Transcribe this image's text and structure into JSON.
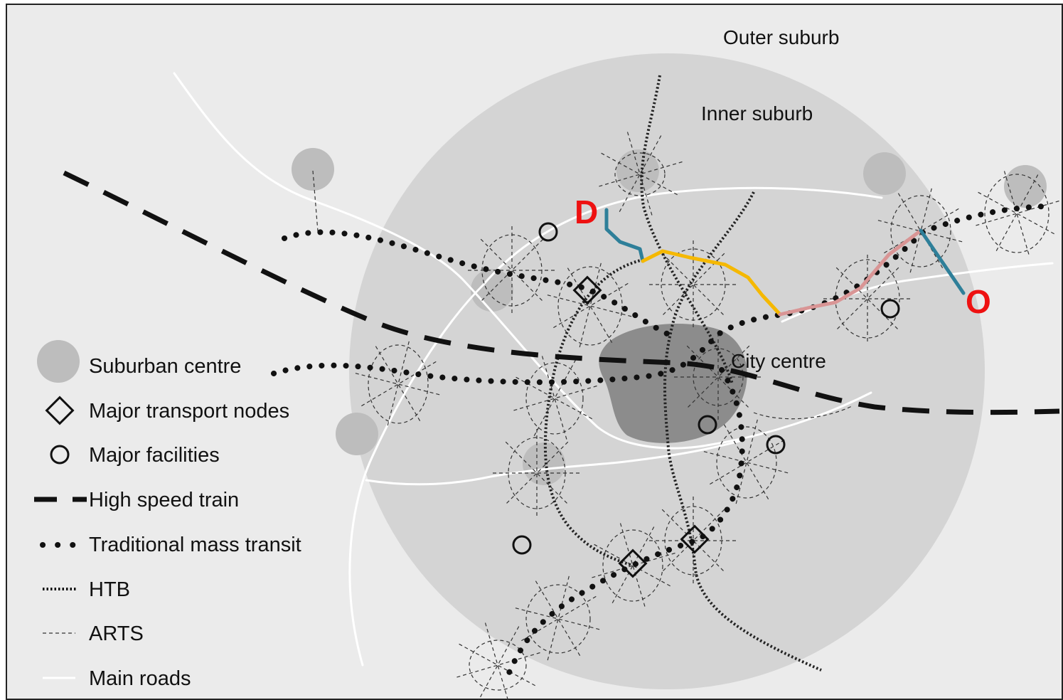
{
  "labels": {
    "outer_suburb": "Outer suburb",
    "inner_suburb": "Inner suburb",
    "city_centre": "City centre",
    "origin": "O",
    "destination": "D"
  },
  "legend": {
    "suburban_centre": "Suburban centre",
    "major_transport_nodes": "Major transport nodes",
    "major_facilities": "Major facilities",
    "high_speed_train": "High speed train",
    "traditional_mass_transit": "Traditional mass transit",
    "htb": "HTB",
    "arts": "ARTS",
    "main_roads": "Main roads"
  },
  "colors": {
    "background": "#ebebeb",
    "inner_zone": "#d4d4d4",
    "suburban_centre": "#bdbdbd",
    "city_centre": "#8c8c8c",
    "road": "#ffffff",
    "route_first_leg": "#2e7f99",
    "route_middle_leg": "#f5b800",
    "route_right_leg": "#d99595",
    "od_label": "#ee1111"
  }
}
